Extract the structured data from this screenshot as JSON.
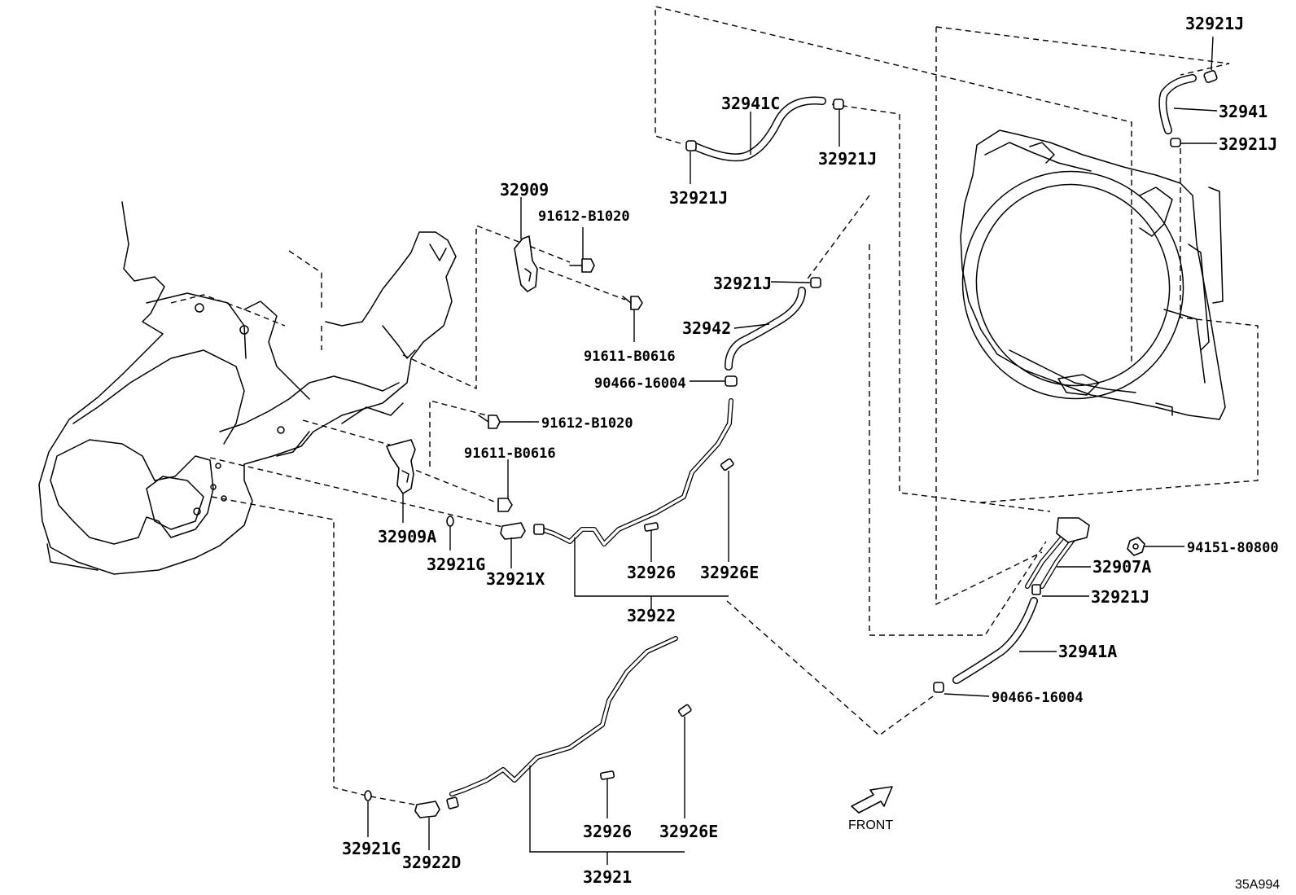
{
  "labels": {
    "l_32921J_top": "32921J",
    "l_32941": "32941",
    "l_32921J_r1": "32921J",
    "l_32941C": "32941C",
    "l_32921J_c1": "32921J",
    "l_32921J_c2": "32921J",
    "l_32909": "32909",
    "l_91612_a": "91612-B1020",
    "l_91611_a": "91611-B0616",
    "l_32921J_mid": "32921J",
    "l_32942": "32942",
    "l_90466_a": "90466-16004",
    "l_91612_b": "91612-B1020",
    "l_91611_b": "91611-B0616",
    "l_32909A": "32909A",
    "l_32921G_a": "32921G",
    "l_32921X": "32921X",
    "l_32926_a": "32926",
    "l_32926E_a": "32926E",
    "l_32922": "32922",
    "l_94151": "94151-80800",
    "l_32907A": "32907A",
    "l_32921J_r2": "32921J",
    "l_32941A": "32941A",
    "l_90466_b": "90466-16004",
    "l_32921G_b": "32921G",
    "l_32922D": "32922D",
    "l_32926_b": "32926",
    "l_32926E_b": "32926E",
    "l_32921": "32921"
  },
  "front_label": "FRONT",
  "diagram_code": "35A994"
}
